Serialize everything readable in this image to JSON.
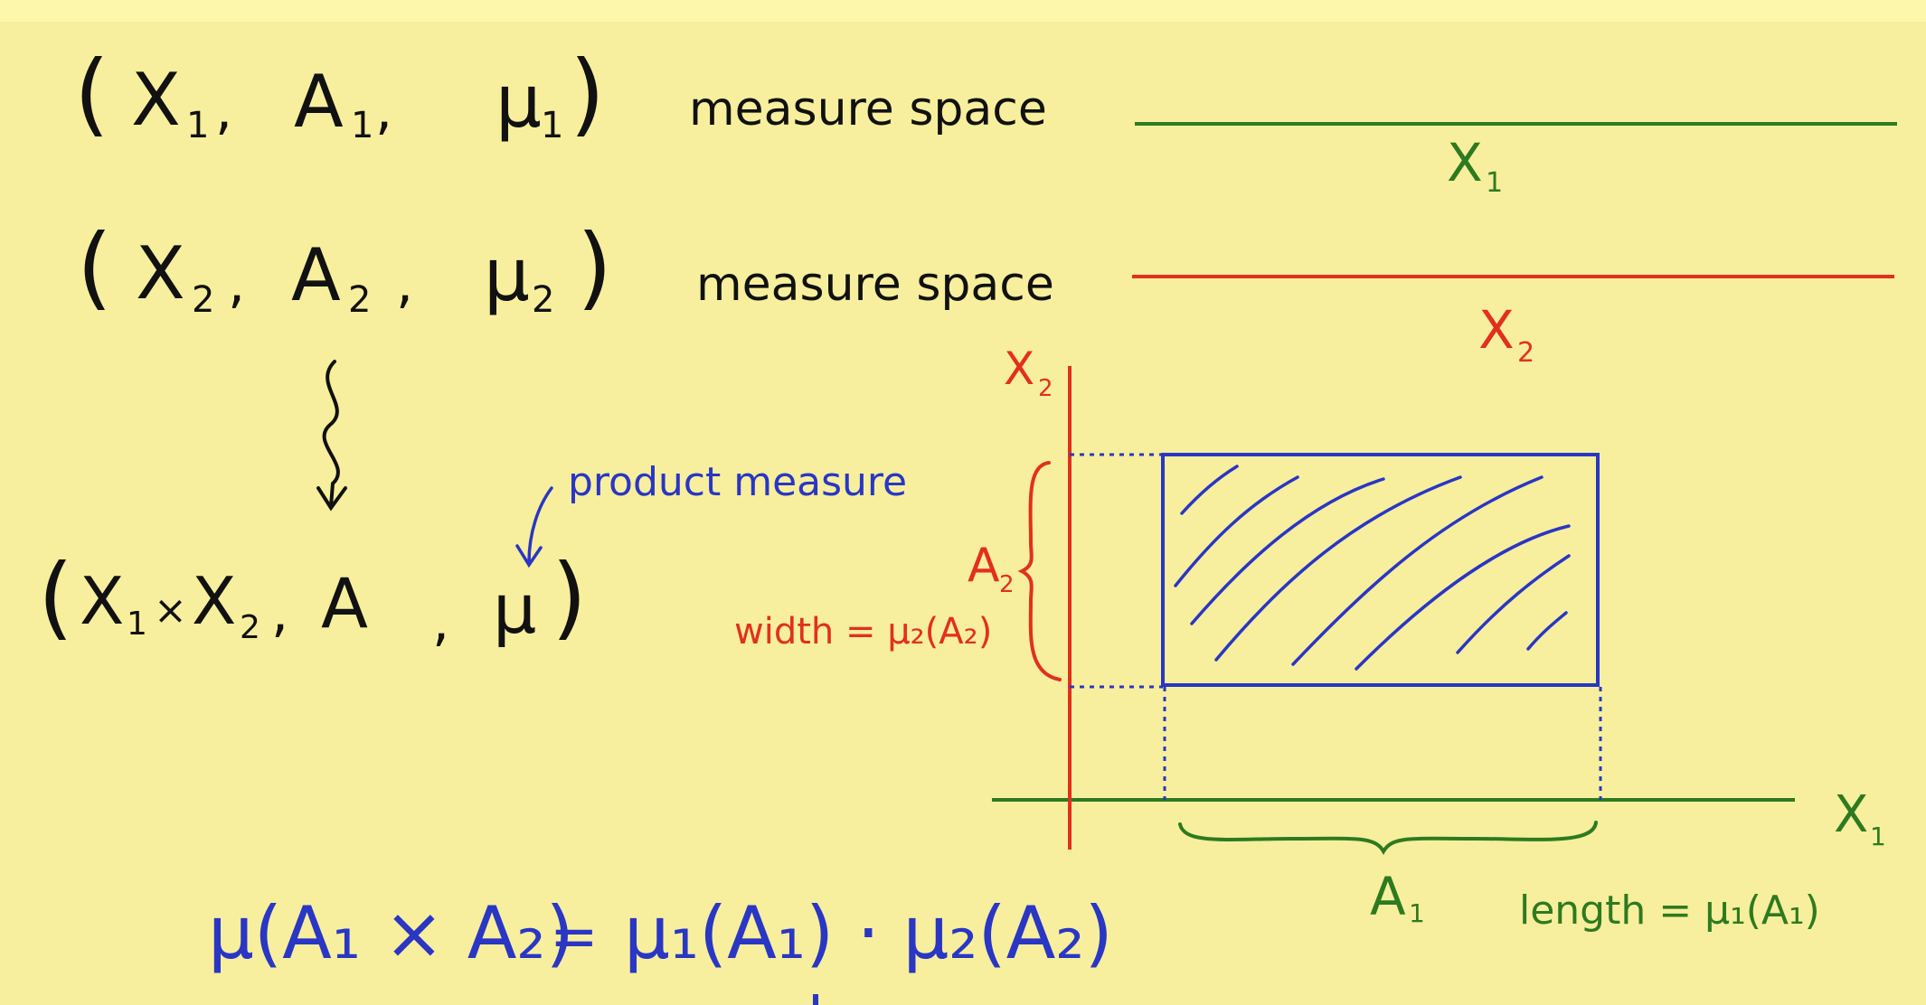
{
  "colors": {
    "background": "#f7ef9d",
    "black_ink": "#111111",
    "green_ink": "#2e7a1f",
    "red_ink": "#e2301e",
    "blue_ink": "#2a36c4"
  },
  "left_notes": {
    "space1": {
      "X": "X",
      "X_sub": "1",
      "A": "A",
      "A_sub": "1",
      "mu": "μ",
      "mu_sub": "1",
      "caption": "measure space"
    },
    "space2": {
      "X": "X",
      "X_sub": "2",
      "A": "A",
      "A_sub": "2",
      "mu": "μ",
      "mu_sub": "2",
      "caption": "measure space"
    },
    "product": {
      "X1": "X",
      "X1_sub": "1",
      "times": "×",
      "X2": "X",
      "X2_sub": "2",
      "A": "A",
      "mu": "μ"
    },
    "annotation": "product measure"
  },
  "right_lines": {
    "line1_label": "X",
    "line1_sub": "1",
    "line2_label": "X",
    "line2_sub": "2"
  },
  "plot": {
    "x_axis_label": "X",
    "x_axis_sub": "1",
    "y_axis_label": "X",
    "y_axis_sub": "2",
    "A1_label": "A",
    "A1_sub": "1",
    "A2_label": "A",
    "A2_sub": "2",
    "width_text": "width = μ₂(A₂)",
    "length_text": "length = μ₁(A₁)"
  },
  "formula": {
    "lhs": "μ(A₁ × A₂)",
    "equals": "=",
    "rhs": "μ₁(A₁) · μ₂(A₂)"
  }
}
